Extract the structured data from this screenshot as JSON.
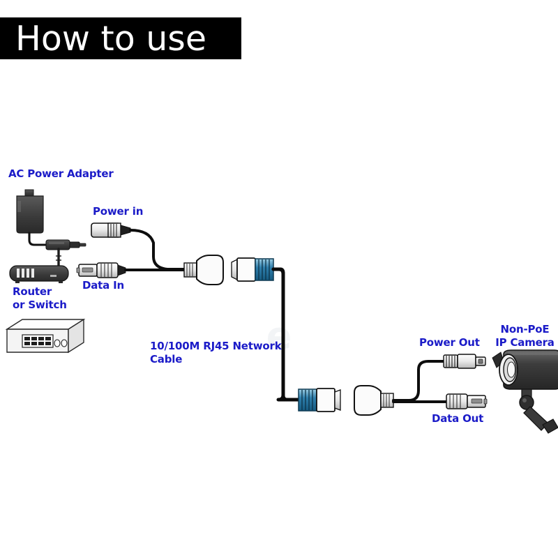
{
  "title": {
    "text": "How to use"
  },
  "colors": {
    "label_blue": "#1b1bc8",
    "title_bg": "#000000",
    "title_fg": "#ffffff",
    "cable_black": "#000000",
    "connector_blue": "#2f7fad",
    "device_dark": "#3b3b3b",
    "page_bg": "#ffffff"
  },
  "labels": {
    "ac_power_adapter": "AC Power Adapter",
    "power_in": "Power in",
    "data_in": "Data In",
    "router_or_switch": "Router\nor Switch",
    "network_cable": "10/100M RJ45 Network\nCable",
    "power_out": "Power Out",
    "data_out": "Data Out",
    "ip_camera": "Non-PoE\nIP Camera"
  },
  "devices": [
    {
      "name": "ac-power-adapter",
      "label": "AC Power Adapter"
    },
    {
      "name": "router-or-switch",
      "label": "Router or Switch"
    },
    {
      "name": "network-switch-box",
      "label": "Switch"
    },
    {
      "name": "ip-camera",
      "label": "Non-PoE IP Camera"
    }
  ],
  "connectors": [
    {
      "name": "power-in-jack",
      "label": "Power in"
    },
    {
      "name": "data-in-rj45",
      "label": "Data In"
    },
    {
      "name": "balun-left",
      "label": ""
    },
    {
      "name": "rj45-plug-left",
      "label": ""
    },
    {
      "name": "rj45-plug-right",
      "label": ""
    },
    {
      "name": "balun-right",
      "label": ""
    },
    {
      "name": "power-out-plug",
      "label": "Power Out"
    },
    {
      "name": "data-out-rj45",
      "label": "Data Out"
    }
  ],
  "cable": {
    "name": "10/100M RJ45 Network Cable",
    "spec": "10/100M RJ45"
  }
}
